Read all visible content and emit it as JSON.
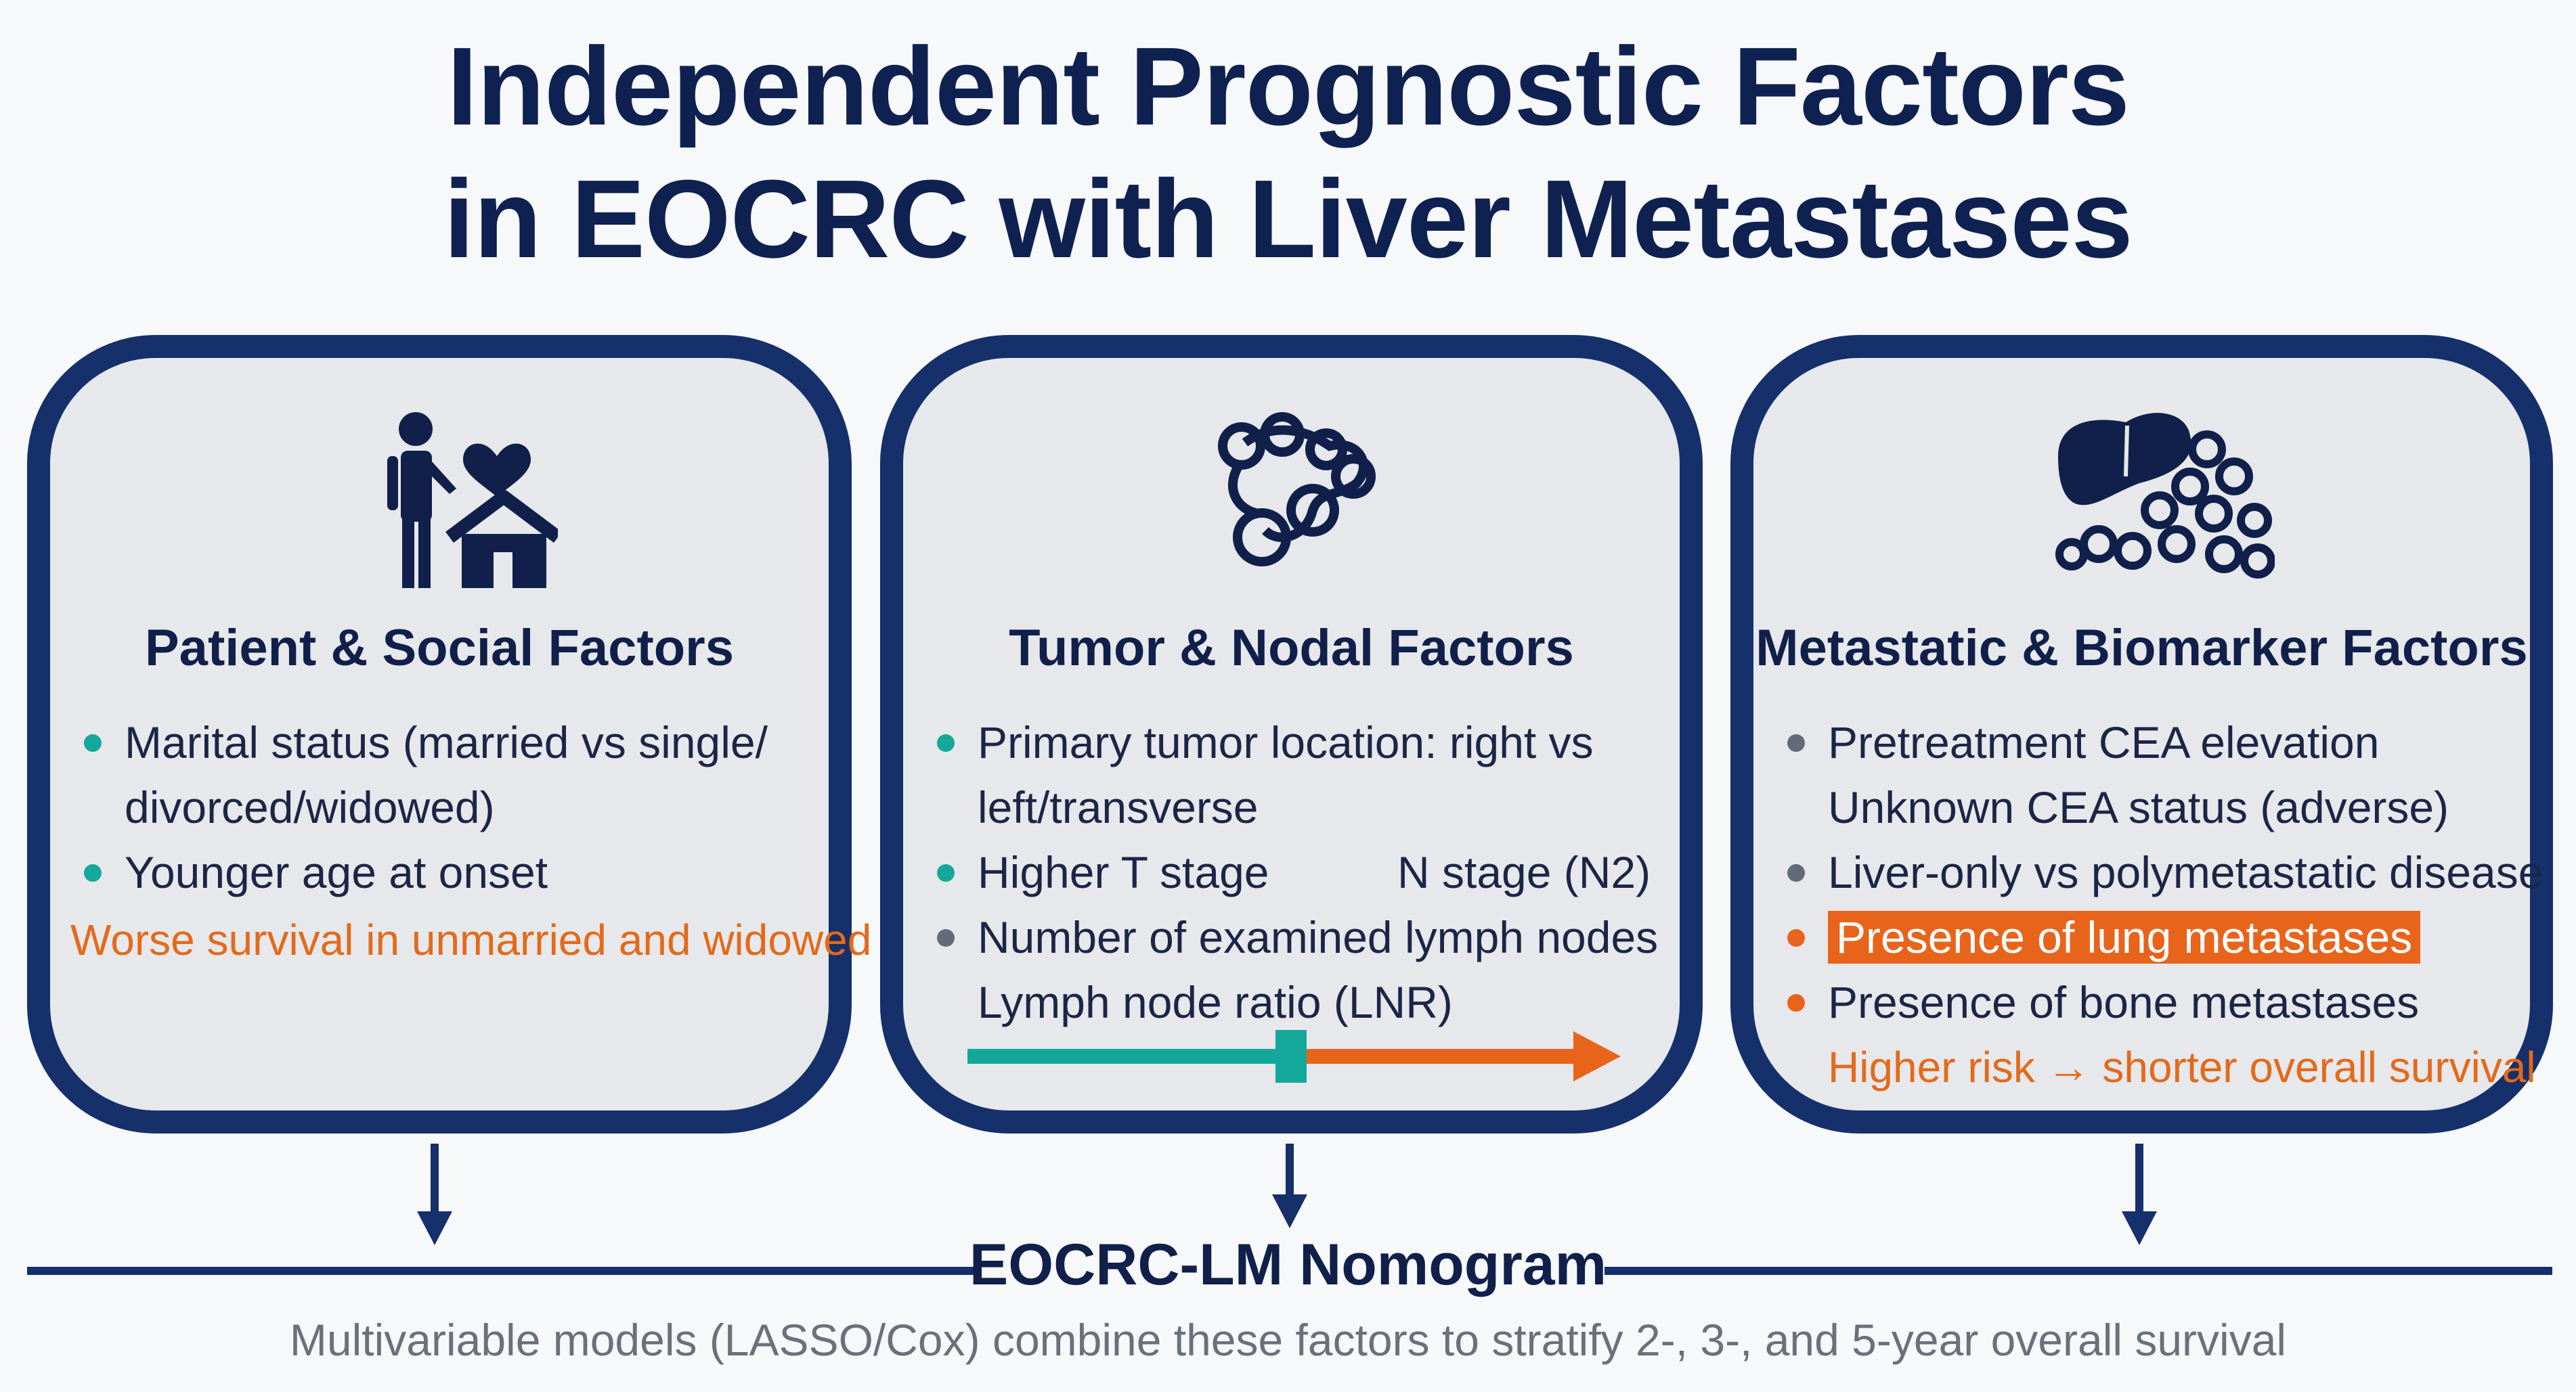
{
  "title": {
    "line1": "Independent Prognostic Factors",
    "line2": "in EOCRC with Liver Metastases"
  },
  "colors": {
    "navy": "#15306a",
    "teal": "#14a89a",
    "orange": "#e8641b",
    "gray": "#616b7a",
    "card_bg": "#e6e8eb"
  },
  "cards": [
    {
      "icon": "person-heart-home-icon",
      "title": "Patient & Social Factors",
      "bullets": [
        {
          "dot": "teal",
          "line1": "Marital status (married vs single/",
          "line2": "divorced/widowed)"
        },
        {
          "dot": "teal",
          "line1": "Younger age at onset"
        }
      ],
      "note": "Worse survival in unmarried and widowed"
    },
    {
      "icon": "lymph-node-chain-icon",
      "title": "Tumor & Nodal Factors",
      "bullets": [
        {
          "dot": "teal",
          "line1": "Primary tumor location: right vs",
          "line2": "left/transverse"
        },
        {
          "dot": "teal",
          "line1": "Higher T stage",
          "extra": "N stage (N2)"
        },
        {
          "dot": "gray",
          "line1": "Number of examined lymph nodes",
          "line2": "Lymph node ratio (LNR)"
        }
      ]
    },
    {
      "icon": "liver-metastases-icon",
      "title": "Metastatic & Biomarker Factors",
      "bullets": [
        {
          "dot": "gray",
          "line1": "Pretreatment CEA elevation",
          "line2": "Unknown CEA status (adverse)"
        },
        {
          "dot": "gray",
          "line1": "Liver-only vs polymetastatic disease"
        },
        {
          "dot": "orange",
          "line1": "Presence of lung metastases"
        },
        {
          "dot": "orange",
          "line1": "Presence of bone metastases"
        }
      ],
      "note": "Higher risk → shorter overall survival"
    }
  ],
  "footer": {
    "nomogram": "EOCRC-LM Nomogram",
    "subtitle": "Multivariable models (LASSO/Cox) combine these factors to stratify 2-, 3-, and 5-year overall survival"
  }
}
